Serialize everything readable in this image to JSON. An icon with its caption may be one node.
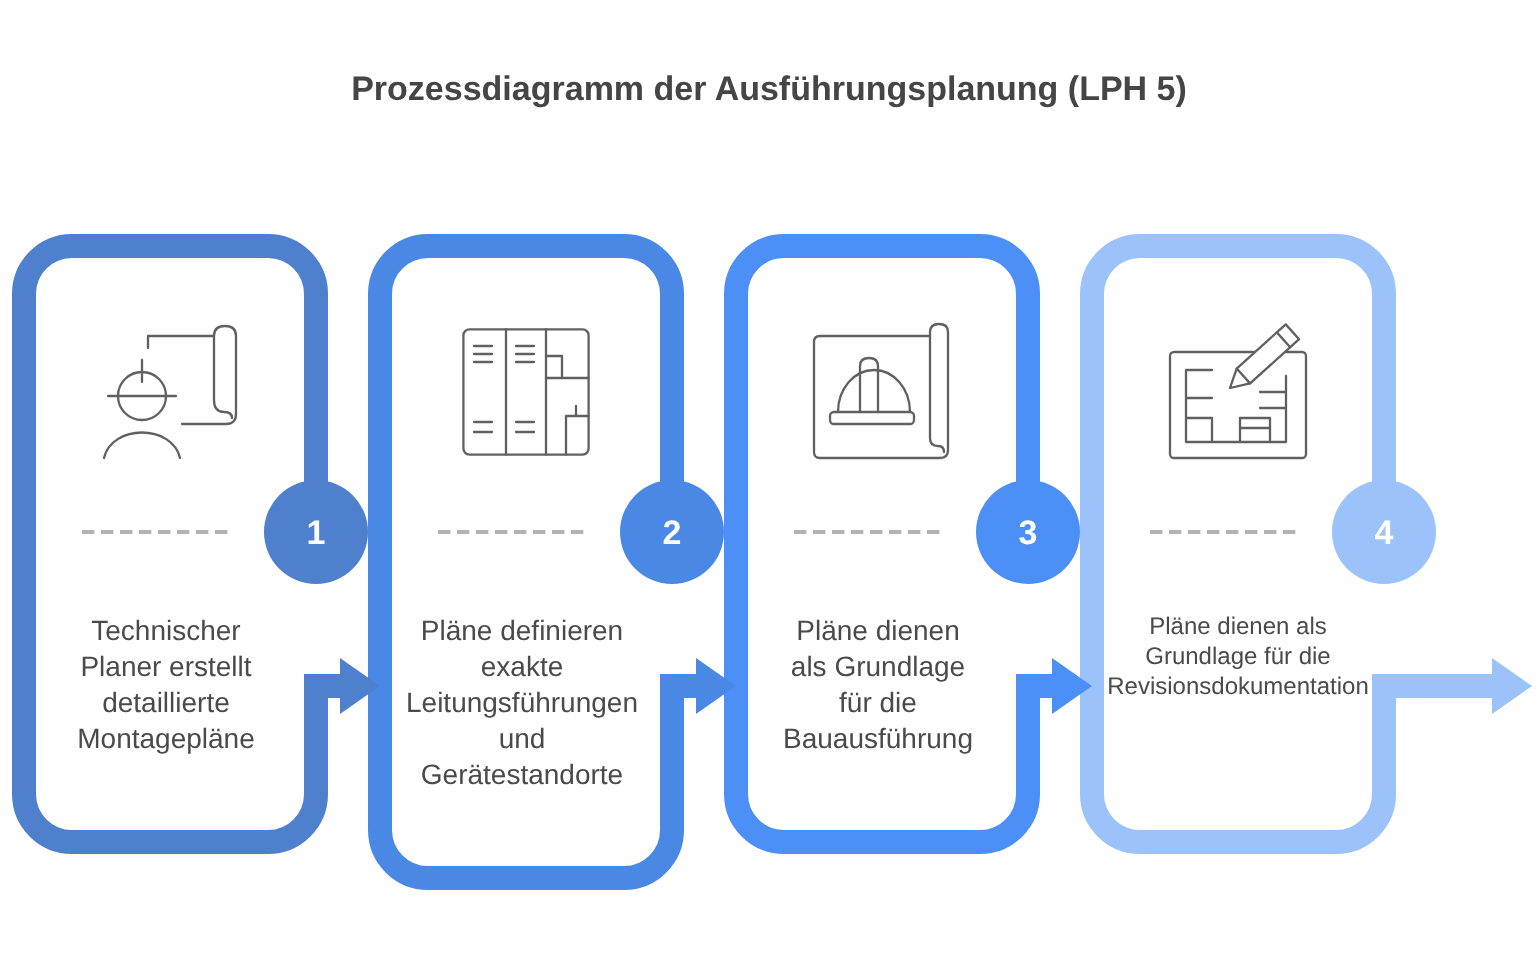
{
  "diagram": {
    "title": "Prozessdiagramm der Ausführungsplanung (LPH 5)",
    "nodes": [
      {
        "text": [
          "Technischer Planer erstellt detaillierte Montagepläne"
        ]
      },
      {
        "text": [
          "1"
        ]
      },
      {
        "text": [
          "Pläne definieren exakte Leitungsführungen und Gerätestandorte"
        ]
      },
      {
        "text": [
          "2"
        ]
      },
      {
        "text": [
          "Pläne dienen als Grundlage für die Bauausführung"
        ]
      },
      {
        "text": [
          "3"
        ]
      },
      {
        "text": [
          "Pläne dienen als Grundlage für die Revisionsdokumentation"
        ]
      },
      {
        "text": [
          "4"
        ]
      }
    ],
    "edges": [
      {
        "from": 0,
        "to": 2,
        "arrow": "to",
        "color": "#4f80cd"
      },
      {
        "from": 2,
        "to": 4,
        "arrow": "to",
        "color": "#4a88e5"
      },
      {
        "from": 4,
        "to": 6,
        "arrow": "to",
        "color": "#4b8ff7"
      },
      {
        "from": 6,
        "to": null,
        "arrow": "to",
        "color": "#9bc2fb"
      }
    ]
  }
}
